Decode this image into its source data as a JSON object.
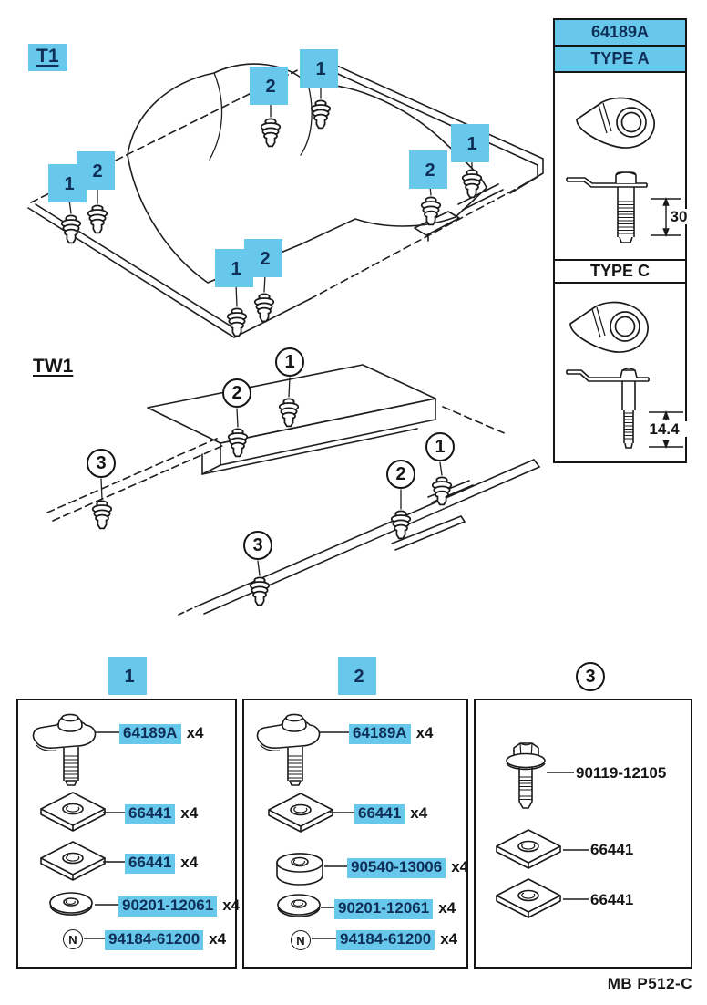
{
  "colors": {
    "highlight": "#68C8EB",
    "ink": "#161616",
    "link_text": "#0f2f58"
  },
  "diagrams": {
    "t1": {
      "label": "T1",
      "callouts": [
        {
          "n": "2"
        },
        {
          "n": "1"
        },
        {
          "n": "1"
        },
        {
          "n": "2"
        },
        {
          "n": "1"
        },
        {
          "n": "2"
        },
        {
          "n": "1"
        },
        {
          "n": "2"
        }
      ]
    },
    "tw1": {
      "label": "TW1",
      "callouts": [
        {
          "n": "1"
        },
        {
          "n": "2"
        },
        {
          "n": "3"
        },
        {
          "n": "1"
        },
        {
          "n": "2"
        },
        {
          "n": "3"
        }
      ]
    }
  },
  "reference_panel": {
    "part_number": "64189A",
    "type_a": "TYPE A",
    "type_c": "TYPE C",
    "type_a_dim": "30",
    "type_c_dim": "14.4"
  },
  "panels": [
    {
      "callout": "1",
      "highlighted": true,
      "items": [
        {
          "part": "64189A",
          "qty": "x4",
          "highlighted": true,
          "shape": "anchor-bolt"
        },
        {
          "part": "66441",
          "qty": "x4",
          "highlighted": true,
          "shape": "square-washer"
        },
        {
          "part": "66441",
          "qty": "x4",
          "highlighted": true,
          "shape": "square-washer"
        },
        {
          "part": "90201-12061",
          "qty": "x4",
          "highlighted": true,
          "shape": "round-washer"
        },
        {
          "part": "94184-61200",
          "qty": "x4",
          "highlighted": true,
          "shape": "nut",
          "symbol": "N"
        }
      ]
    },
    {
      "callout": "2",
      "highlighted": true,
      "items": [
        {
          "part": "64189A",
          "qty": "x4",
          "highlighted": true,
          "shape": "anchor-bolt"
        },
        {
          "part": "66441",
          "qty": "x4",
          "highlighted": true,
          "shape": "square-washer"
        },
        {
          "part": "90540-13006",
          "qty": "x4",
          "highlighted": true,
          "shape": "thick-round-washer"
        },
        {
          "part": "90201-12061",
          "qty": "x4",
          "highlighted": true,
          "shape": "round-washer"
        },
        {
          "part": "94184-61200",
          "qty": "x4",
          "highlighted": true,
          "shape": "nut",
          "symbol": "N"
        }
      ]
    },
    {
      "callout": "3",
      "highlighted": false,
      "items": [
        {
          "part": "90119-12105",
          "highlighted": false,
          "shape": "hex-bolt"
        },
        {
          "part": "66441",
          "highlighted": false,
          "shape": "square-washer"
        },
        {
          "part": "66441",
          "highlighted": false,
          "shape": "square-washer"
        }
      ]
    }
  ],
  "footer": {
    "code": "MB P512-C"
  }
}
